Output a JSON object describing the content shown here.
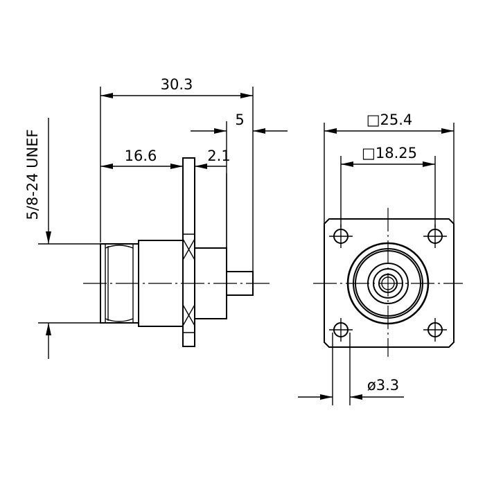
{
  "dimensions": {
    "overall_length": "30.3",
    "pin_length": "5",
    "body_length": "16.6",
    "flange_thickness": "2.1",
    "thread": "5/8-24 UNEF",
    "flange_size": "□25.4",
    "hole_spacing": "□18.25",
    "hole_diameter": "ø3.3"
  },
  "colors": {
    "line": "#000000",
    "background": "#ffffff"
  }
}
